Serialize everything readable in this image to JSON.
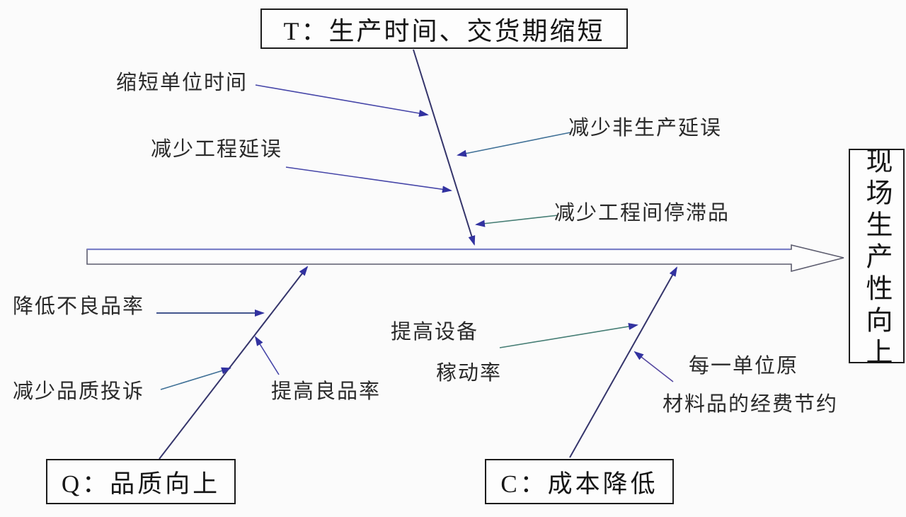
{
  "colors": {
    "background": "#fbfbfb",
    "box_border": "#1c1c1c",
    "text": "#242424",
    "spine_top": "#7b80c8",
    "spine_outline": "#5c5c6e",
    "spine_fill": "#fdfdfd",
    "branch": "#35356b",
    "arrowhead": "#3232a0",
    "connector_indigo": "#4646a8",
    "connector_steel": "#3f7096",
    "connector_teal": "#457d74",
    "connector_navy": "#2a3f7e",
    "connector_purple": "#5548a0"
  },
  "boxes": {
    "time": "T：生产时间、交货期缩短",
    "quality": "Q：品质向上",
    "cost": "C：成本降低",
    "effect": "现场生产性向上"
  },
  "causes": {
    "time": [
      "缩短单位时间",
      "减少非生产延误",
      "减少工程延误",
      "减少工程间停滞品"
    ],
    "quality": [
      "降低不良品率",
      "减少品质投诉",
      "提高良品率"
    ],
    "cost_equipment": [
      "提高设备",
      "稼动率"
    ],
    "cost_material": [
      "每一单位原",
      "材料品的经费节约"
    ]
  }
}
